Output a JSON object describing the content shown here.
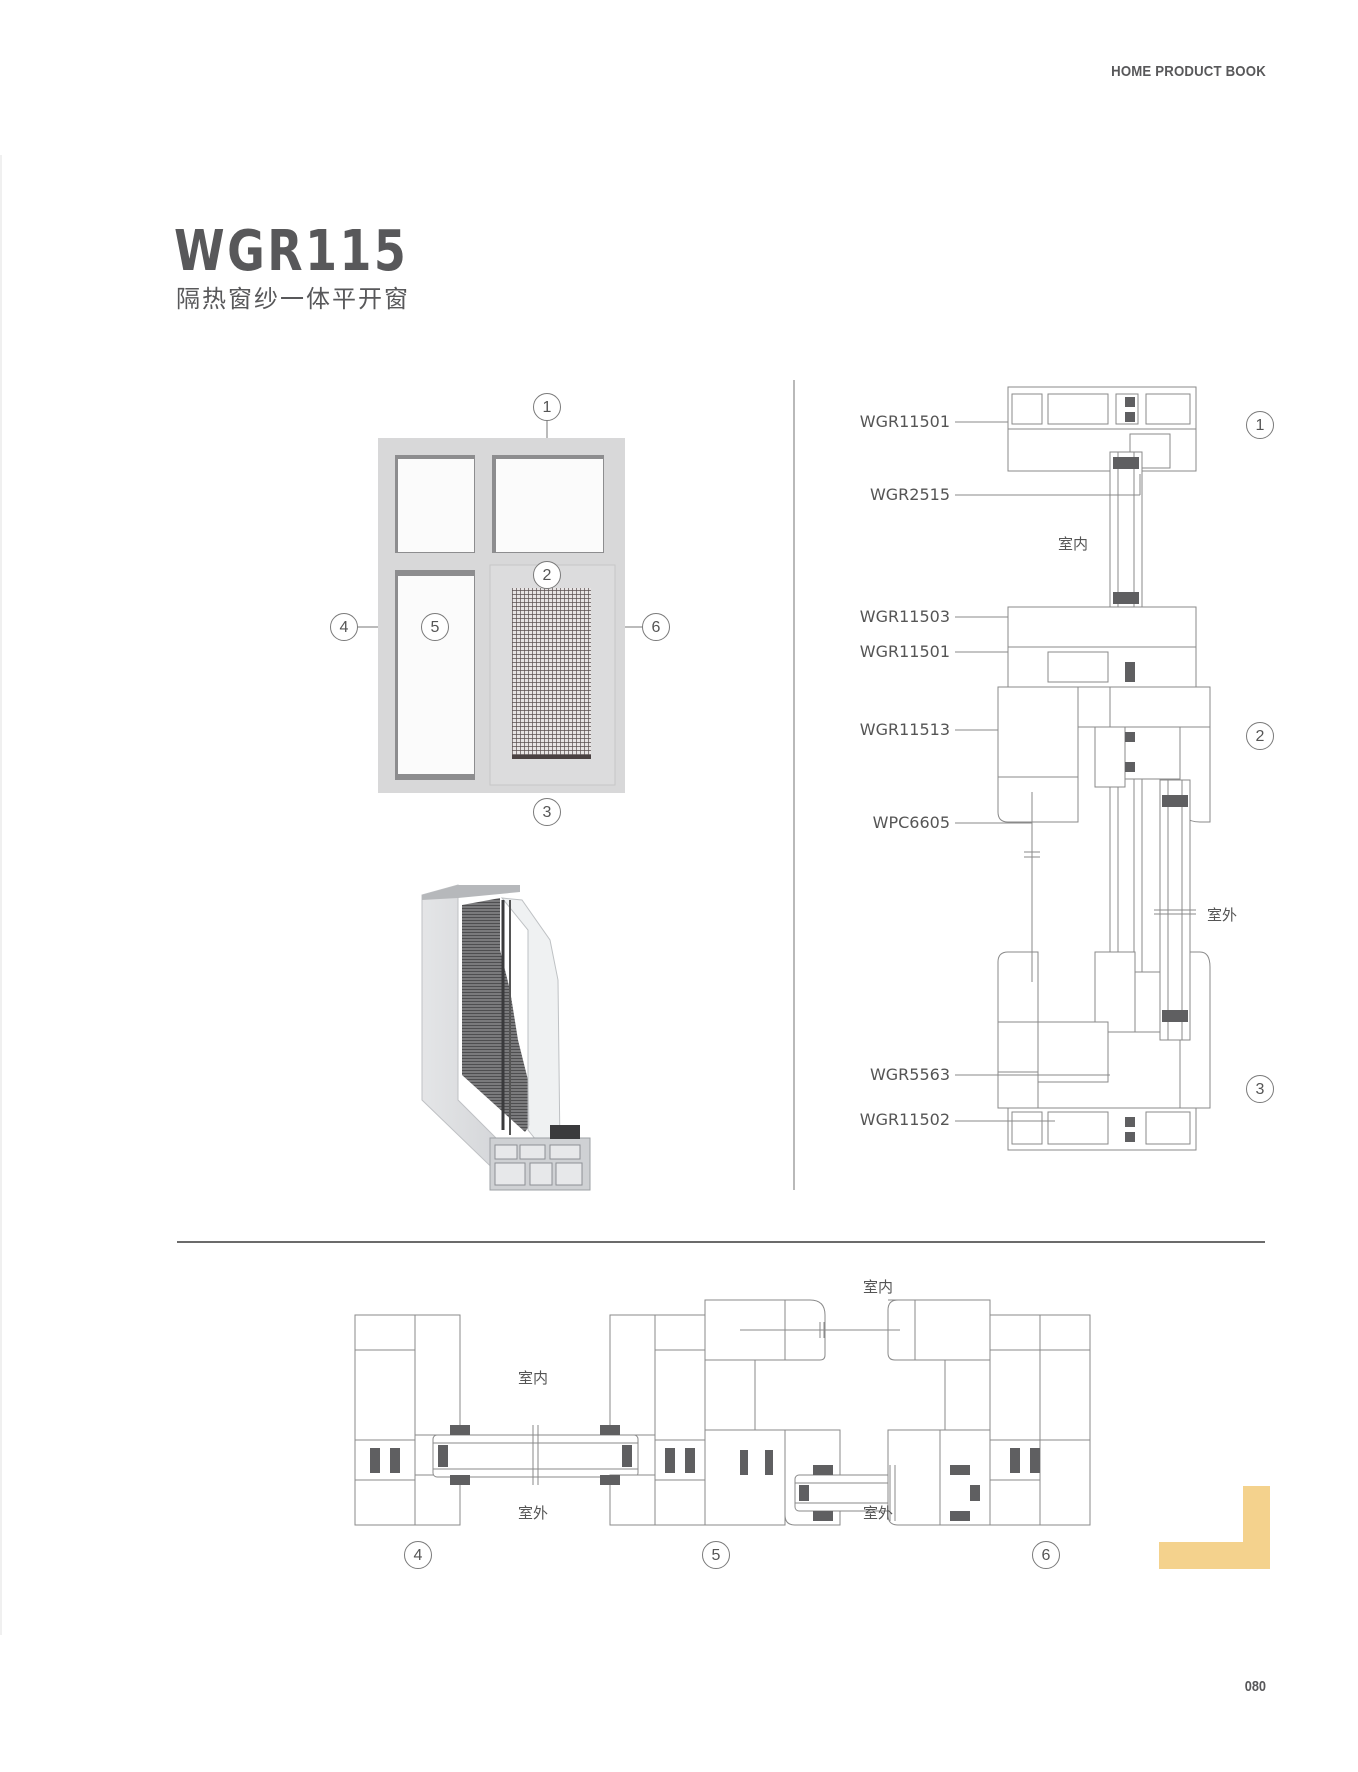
{
  "header": {
    "book_title": "HOME PRODUCT BOOK"
  },
  "product": {
    "model": "WGR115",
    "name_zh": "隔热窗纱一体平开窗"
  },
  "elevation": {
    "callouts": [
      "1",
      "2",
      "3",
      "4",
      "5",
      "6"
    ]
  },
  "vertical_section": {
    "labels": {
      "p1": "WGR11501",
      "p2": "WGR2515",
      "p3": "WGR11503",
      "p4": "WGR11501",
      "p5": "WGR11513",
      "p6": "WPC6605",
      "p7": "WGR5563",
      "p8": "WGR11502"
    },
    "indoor": "室内",
    "outdoor": "室外",
    "callouts": {
      "c1": "1",
      "c2": "2",
      "c3": "3"
    }
  },
  "horizontal_section": {
    "indoor_left": "室内",
    "outdoor_left": "室外",
    "indoor_right": "室内",
    "outdoor_right": "室外",
    "callouts": {
      "c4": "4",
      "c5": "5",
      "c6": "6"
    }
  },
  "footer": {
    "page_number": "080"
  },
  "colors": {
    "accent": "#f4d28d",
    "text": "#58585a",
    "frame": "#d9d9d9"
  }
}
